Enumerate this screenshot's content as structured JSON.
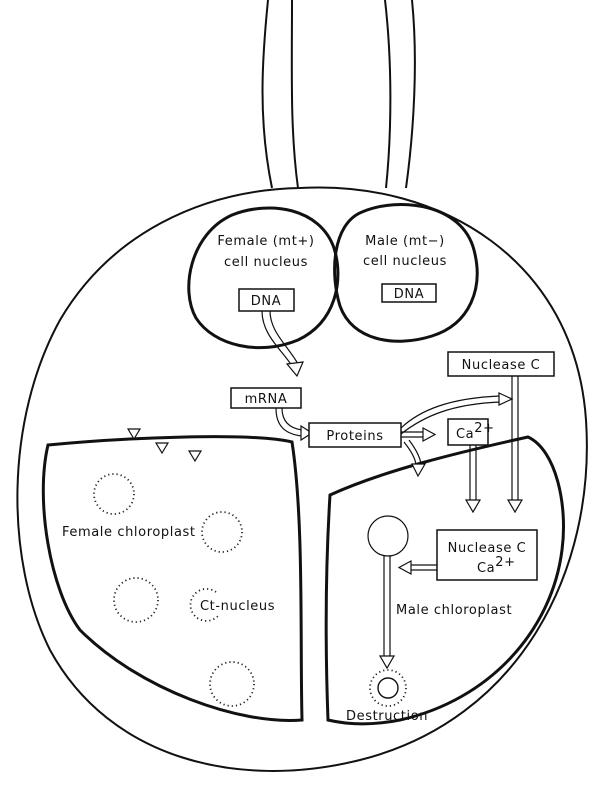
{
  "diagram": {
    "female_nucleus": {
      "line1": "Female (mt+)",
      "line2": "cell nucleus",
      "dna": "DNA"
    },
    "male_nucleus": {
      "line1": "Male (mt−)",
      "line2": "cell nucleus",
      "dna": "DNA"
    },
    "mrna": "mRNA",
    "proteins": "Proteins",
    "nuclease_top": "Nuclease C",
    "ca_small": {
      "base": "Ca",
      "sup": "2+"
    },
    "nuclease_box": {
      "line1": "Nuclease C",
      "base": "Ca",
      "sup": "2+"
    },
    "female_chloroplast": "Female chloroplast",
    "ct_nucleus": "Ct-nucleus",
    "male_chloroplast": "Male chloroplast",
    "destruction": "Destruction"
  }
}
